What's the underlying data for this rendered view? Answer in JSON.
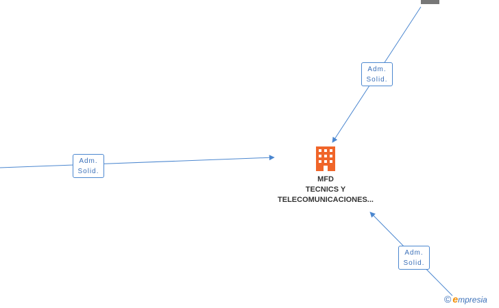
{
  "company": {
    "line1": "MFD",
    "line2": "TECNICS Y",
    "line3": "TELECOMUNICACIONES...",
    "icon": "building-icon",
    "icon_color": "#f06529"
  },
  "edges": [
    {
      "label_line1": "Adm.",
      "label_line2": "Solid."
    },
    {
      "label_line1": "Adm.",
      "label_line2": "Solid."
    },
    {
      "label_line1": "Adm.",
      "label_line2": "Solid."
    }
  ],
  "brand": {
    "symbol": "©",
    "initial": "e",
    "rest": "mpresia"
  },
  "colors": {
    "edge": "#4a86cf",
    "label_text": "#3a6fb8",
    "marker": "#777777"
  }
}
